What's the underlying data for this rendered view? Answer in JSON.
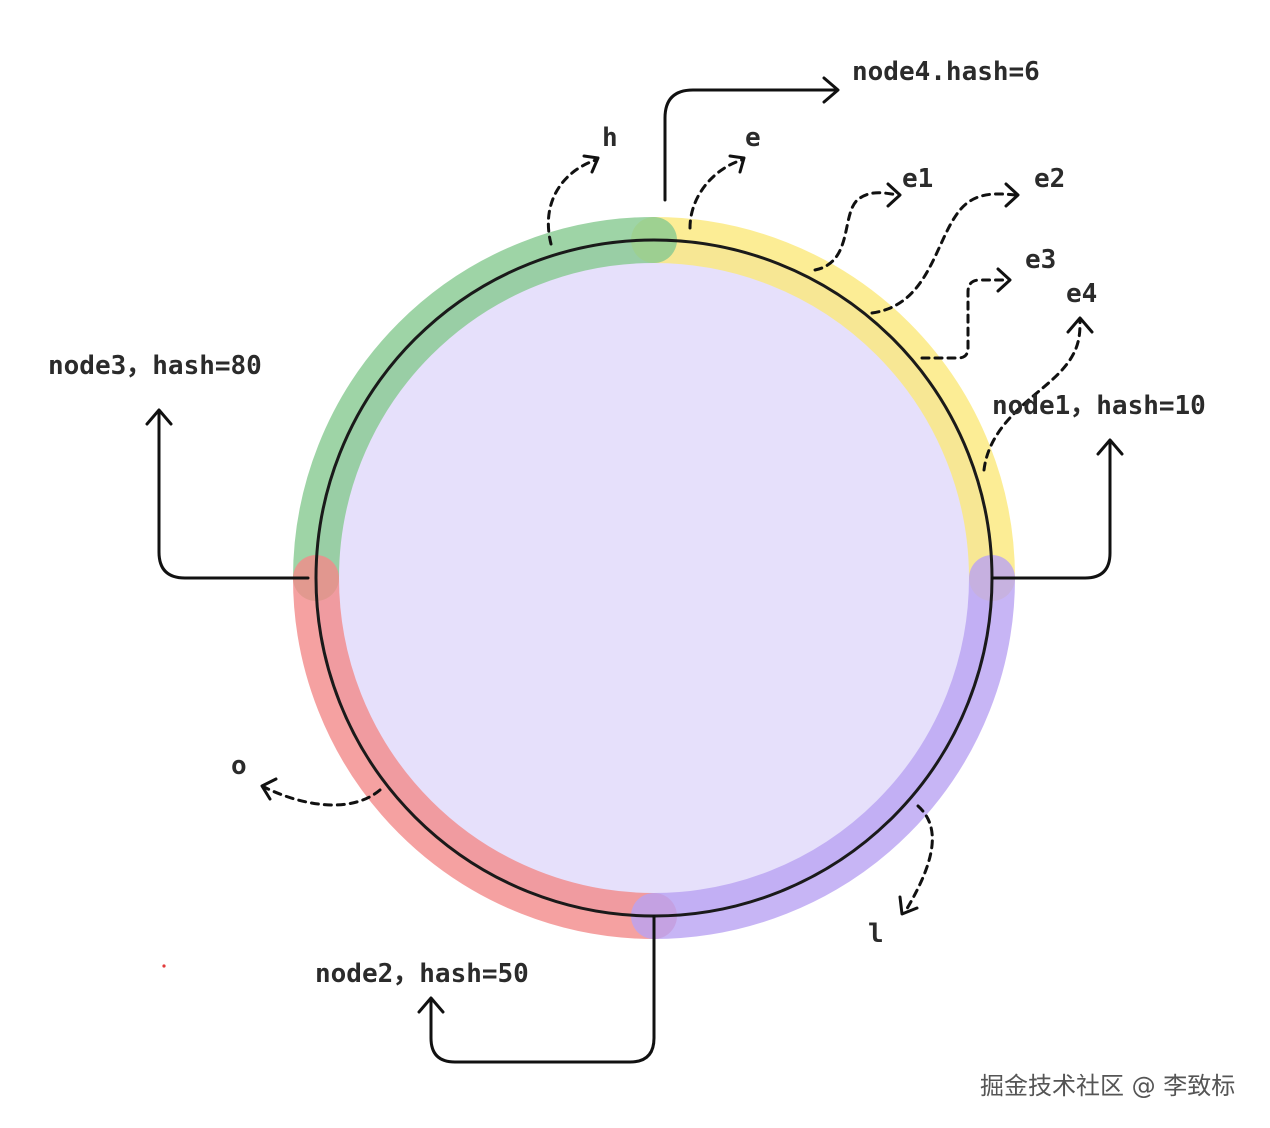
{
  "colors": {
    "ring_fill": "#e6e0fb",
    "ring_stroke": "#1a1a1a",
    "node4_segment": "#fbe97a",
    "node3_segment": "#86c990",
    "node2_segment": "#f28a8a",
    "node1_segment": "#b9a2f3"
  },
  "nodes": [
    {
      "id": "node4",
      "label": "node4.hash=6"
    },
    {
      "id": "node1",
      "label": "node1，hash=10"
    },
    {
      "id": "node2",
      "label": "node2，hash=50"
    },
    {
      "id": "node3",
      "label": "node3，hash=80"
    }
  ],
  "keys": [
    {
      "id": "h",
      "label": "h"
    },
    {
      "id": "e",
      "label": "e"
    },
    {
      "id": "e1",
      "label": "e1"
    },
    {
      "id": "e2",
      "label": "e2"
    },
    {
      "id": "e3",
      "label": "e3"
    },
    {
      "id": "e4",
      "label": "e4"
    },
    {
      "id": "l",
      "label": "l"
    },
    {
      "id": "o",
      "label": "o"
    }
  ],
  "watermark": "掘金技术社区 @ 李致标"
}
